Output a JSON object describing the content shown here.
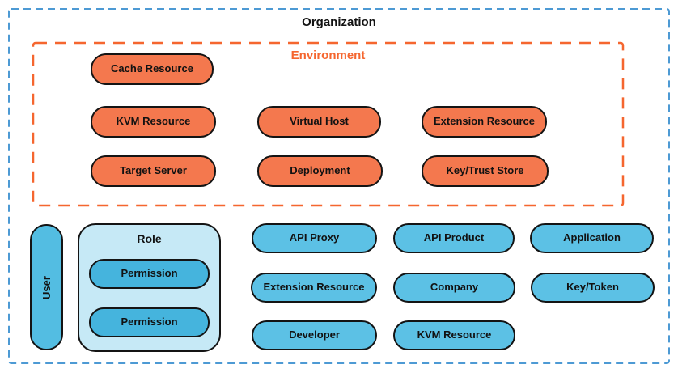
{
  "organization": {
    "label": "Organization"
  },
  "environment": {
    "label": "Environment",
    "nodes": [
      {
        "label": "Cache Resource"
      },
      {
        "label": "KVM Resource"
      },
      {
        "label": "Virtual Host"
      },
      {
        "label": "Extension Resource"
      },
      {
        "label": "Target Server"
      },
      {
        "label": "Deployment"
      },
      {
        "label": "Key/Trust Store"
      }
    ]
  },
  "org_level": {
    "user": {
      "label": "User"
    },
    "role": {
      "label": "Role",
      "permissions": [
        {
          "label": "Permission"
        },
        {
          "label": "Permission"
        }
      ]
    },
    "nodes": [
      {
        "label": "API Proxy"
      },
      {
        "label": "API Product"
      },
      {
        "label": "Application"
      },
      {
        "label": "Extension Resource"
      },
      {
        "label": "Company"
      },
      {
        "label": "Key/Token"
      },
      {
        "label": "Developer"
      },
      {
        "label": "KVM Resource"
      }
    ]
  },
  "colors": {
    "organization_border": "#4D9AD4",
    "environment_border": "#F5662F",
    "environment_label": "#F5662F",
    "environment_node_fill": "#F4784E",
    "org_node_fill": "#5CC1E5",
    "user_fill": "#53BDE2",
    "role_fill": "#C6E9F6",
    "permission_fill": "#45B4DD",
    "node_border": "#141414",
    "text": "#121212"
  }
}
